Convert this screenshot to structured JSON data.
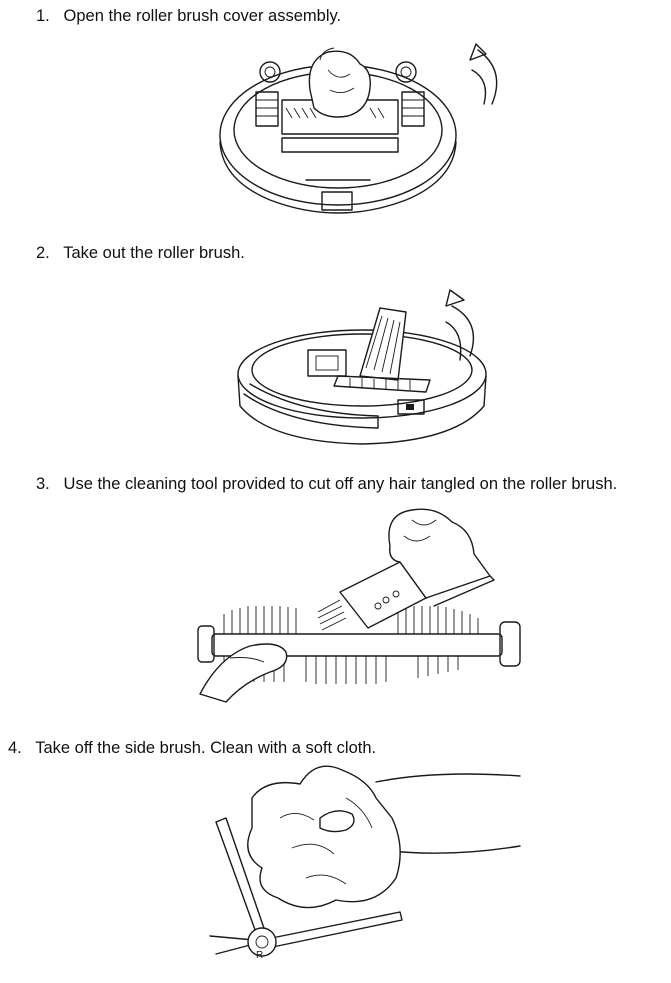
{
  "steps": [
    {
      "number": "1.",
      "text": "Open the roller brush cover assembly."
    },
    {
      "number": "2.",
      "text": "Take out the roller brush."
    },
    {
      "number": "3.",
      "text": "Use the cleaning tool provided to cut off any hair tangled on the roller brush."
    },
    {
      "number": "4.",
      "text": "Take off the side brush. Clean with a soft cloth."
    }
  ],
  "side_brush_marking": "R"
}
